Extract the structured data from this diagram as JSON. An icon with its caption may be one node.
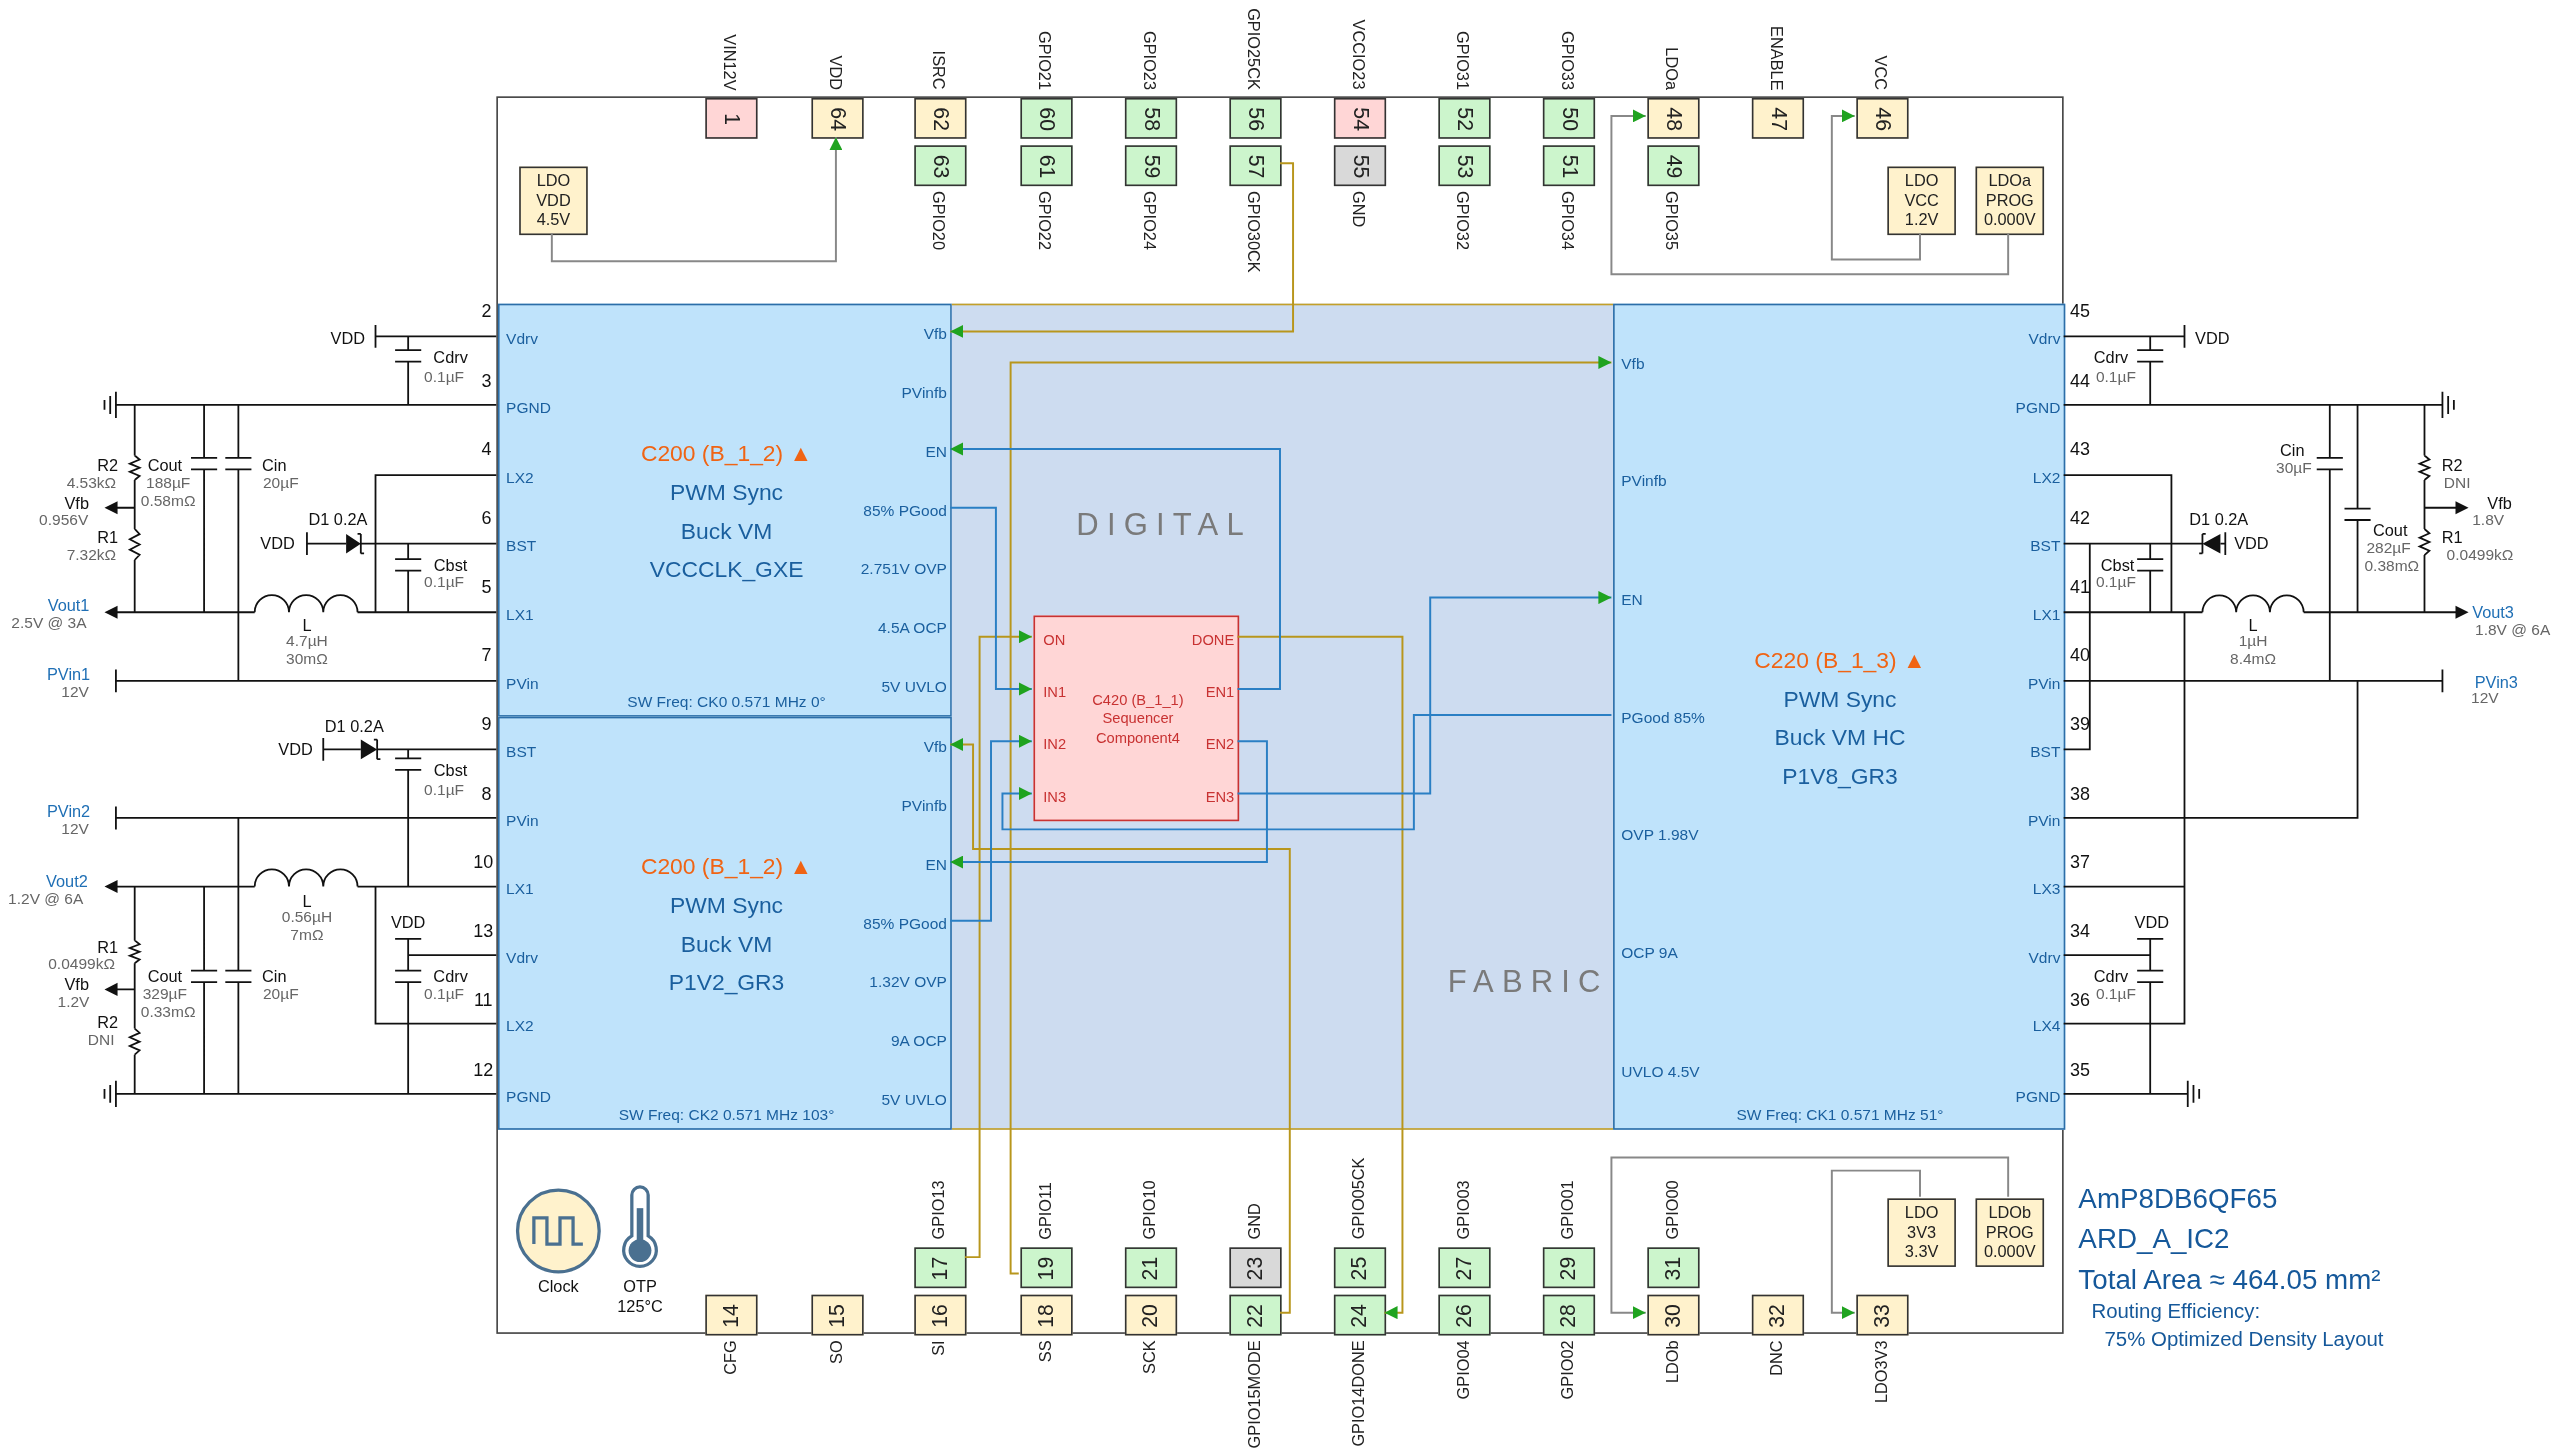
{
  "diagram": {
    "nodes": [
      {
        "text": [],
        "shape": "box"
      },
      {
        "text": [
          "LDO VDD 4.5V"
        ],
        "in": 0
      },
      {
        "text": [
          "1"
        ],
        "beside": [
          "VIN12V"
        ],
        "in": 0
      },
      {
        "text": [
          "64"
        ],
        "beside": [
          "VDD"
        ],
        "in": 0
      },
      {
        "text": [
          "62"
        ],
        "beside": [
          "ISRC"
        ],
        "in": 0
      },
      {
        "text": [
          "60"
        ],
        "beside": [
          "GPIO21"
        ],
        "in": 0
      },
      {
        "text": [
          "58"
        ],
        "beside": [
          "GPIO23"
        ],
        "in": 0
      },
      {
        "text": [
          "56"
        ],
        "beside": [
          "GPIO25CK"
        ],
        "in": 0
      },
      {
        "text": [
          "54"
        ],
        "beside": [
          "VCCIO23"
        ],
        "in": 0
      },
      {
        "text": [
          "52"
        ],
        "beside": [
          "GPIO31"
        ],
        "in": 0
      },
      {
        "text": [
          "50"
        ],
        "beside": [
          "GPIO33"
        ],
        "in": 0
      },
      {
        "text": [
          "48"
        ],
        "beside": [
          "LDOa"
        ],
        "in": 0
      },
      {
        "text": [
          "47"
        ],
        "beside": [
          "ENABLE"
        ],
        "in": 0
      },
      {
        "text": [
          "46"
        ],
        "beside": [
          "VCC"
        ],
        "in": 0
      },
      {
        "text": [
          "63"
        ],
        "beside": [
          "GPIO20"
        ],
        "in": 0
      },
      {
        "text": [
          "61"
        ],
        "beside": [
          "GPIO22"
        ],
        "in": 0
      },
      {
        "text": [
          "59"
        ],
        "beside": [
          "GPIO24"
        ],
        "in": 0
      },
      {
        "text": [
          "57"
        ],
        "beside": [
          "GPIO30CK"
        ],
        "in": 0
      },
      {
        "text": [
          "55"
        ],
        "beside": [
          "GND"
        ],
        "in": 0
      },
      {
        "text": [
          "53"
        ],
        "beside": [
          "GPIO32"
        ],
        "in": 0
      },
      {
        "text": [
          "51"
        ],
        "beside": [
          "GPIO34"
        ],
        "in": 0
      },
      {
        "text": [
          "49"
        ],
        "beside": [
          "GPIO35"
        ],
        "in": 0
      },
      {
        "text": [
          "LDO VCC 1.2V"
        ],
        "in": 0
      },
      {
        "text": [
          "LDOa PROG 0.000V"
        ],
        "in": 0
      },
      {
        "text": [
          "C200 (B_1_2) ▲",
          "PWM Sync",
          "Buck VM",
          "VCCCLK_GXE",
          "SW Freq: CK0 0.571 MHz 0°",
          "Vdrv",
          "PGND",
          "LX2",
          "BST",
          "LX1",
          "PVin",
          "Vfb",
          "PVinfb",
          "EN",
          "85% PGood",
          "2.751V OVP",
          "4.5A OCP",
          "5V UVLO"
        ],
        "in": 0
      },
      {
        "text": [
          "DIGITAL",
          "FABRIC"
        ],
        "in": 0
      },
      {
        "text": [
          "C420 (B_1_1)",
          "Sequencer",
          "Component4",
          "ON",
          "IN1",
          "IN2",
          "IN3",
          "DONE",
          "EN1",
          "EN2",
          "EN3"
        ],
        "in": 25
      },
      {
        "text": [
          "C220 (B_1_3) ▲",
          "PWM Sync",
          "Buck VM HC",
          "P1V8_GR3",
          "SW Freq: CK1 0.571 MHz 51°",
          "Vfb",
          "PVinfb",
          "EN",
          "PGood 85%",
          "OVP 1.98V",
          "OCP 9A",
          "UVLO 4.5V",
          "Vdrv",
          "PGND",
          "LX2",
          "BST",
          "LX1",
          "PVin",
          "BST",
          "PVin",
          "LX3",
          "Vdrv",
          "LX4",
          "PGND"
        ],
        "in": 0
      },
      {
        "text": [
          "C200 (B_1_2) ▲",
          "PWM Sync",
          "Buck VM",
          "P1V2_GR3",
          "SW Freq: CK2 0.571 MHz 103°",
          "BST",
          "PVin",
          "LX1",
          "Vdrv",
          "LX2",
          "PGND",
          "Vfb",
          "PVinfb",
          "EN",
          "85% PGood",
          "1.32V OVP",
          "9A OCP",
          "5V UVLO"
        ],
        "in": 0
      },
      {
        "text": [
          "17"
        ],
        "beside": [
          "GPIO13"
        ],
        "in": 0
      },
      {
        "text": [
          "19"
        ],
        "beside": [
          "GPIO11"
        ],
        "in": 0
      },
      {
        "text": [
          "21"
        ],
        "beside": [
          "GPIO10"
        ],
        "in": 0
      },
      {
        "text": [
          "23"
        ],
        "beside": [
          "GND"
        ],
        "in": 0
      },
      {
        "text": [
          "25"
        ],
        "beside": [
          "GPIO05CK"
        ],
        "in": 0
      },
      {
        "text": [
          "27"
        ],
        "beside": [
          "GPIO03"
        ],
        "in": 0
      },
      {
        "text": [
          "29"
        ],
        "beside": [
          "GPIO01"
        ],
        "in": 0
      },
      {
        "text": [
          "31"
        ],
        "beside": [
          "GPIO00"
        ],
        "in": 0
      },
      {
        "text": [
          "LDO 3V3 3.3V"
        ],
        "in": 0
      },
      {
        "text": [
          "LDOb PROG 0.000V"
        ],
        "in": 0
      },
      {
        "text": [
          "14"
        ],
        "beside": [
          "CFG"
        ],
        "in": 0
      },
      {
        "text": [
          "15"
        ],
        "beside": [
          "SO"
        ],
        "in": 0
      },
      {
        "text": [
          "16"
        ],
        "beside": [
          "SI"
        ],
        "in": 0
      },
      {
        "text": [
          "18"
        ],
        "beside": [
          "SS"
        ],
        "in": 0
      },
      {
        "text": [
          "20"
        ],
        "beside": [
          "SCK"
        ],
        "in": 0
      },
      {
        "text": [
          "22"
        ],
        "beside": [
          "GPIO15MODE"
        ],
        "in": 0
      },
      {
        "text": [
          "24"
        ],
        "beside": [
          "GPIO14DONE"
        ],
        "in": 0
      },
      {
        "text": [
          "26"
        ],
        "beside": [
          "GPIO04"
        ],
        "in": 0
      },
      {
        "text": [
          "28"
        ],
        "beside": [
          "GPIO02"
        ],
        "in": 0
      },
      {
        "text": [
          "30"
        ],
        "beside": [
          "LDOb"
        ],
        "in": 0
      },
      {
        "text": [
          "32"
        ],
        "beside": [
          "DNC"
        ],
        "in": 0
      },
      {
        "text": [
          "33"
        ],
        "beside": [
          "LDO3V3"
        ],
        "in": 0
      }
    ],
    "edges": [
      {
        "from": 1,
        "to": 3,
        "arrow": "to",
        "color": "#888888"
      },
      {
        "from": 23,
        "to": 11,
        "arrow": "to",
        "color": "#888888"
      },
      {
        "from": 22,
        "to": 13,
        "arrow": "to",
        "color": "#888888"
      },
      {
        "from": 17,
        "to": 24,
        "arrow": "to",
        "color": "#b8961c"
      },
      {
        "from": 30,
        "to": 27,
        "arrow": "to",
        "color": "#b8961c"
      },
      {
        "from": 29,
        "to": 26,
        "arrow": "to",
        "color": "#b8961c"
      },
      {
        "from": 26,
        "to": 45,
        "arrow": "to",
        "color": "#b8961c"
      },
      {
        "from": 44,
        "to": 28,
        "arrow": "to",
        "color": "#b8961c"
      },
      {
        "from": 26,
        "to": 24,
        "arrow": "to"
      },
      {
        "from": 24,
        "to": 26,
        "arrow": "to"
      },
      {
        "from": 26,
        "to": 28,
        "arrow": "to"
      },
      {
        "from": 28,
        "to": 26,
        "arrow": "to"
      },
      {
        "from": 27,
        "to": 26,
        "arrow": "to"
      },
      {
        "from": 26,
        "to": 27,
        "arrow": "to"
      },
      {
        "from": 38,
        "to": 48,
        "arrow": "to",
        "color": "#888888"
      },
      {
        "from": 37,
        "to": 50,
        "arrow": "to",
        "color": "#888888"
      }
    ],
    "labels": [
      "2",
      "VDD",
      "Cdrv",
      "0.1µF",
      "3",
      "4",
      "R2",
      "Cout",
      "Cin",
      "4.53kΩ",
      "188µF",
      "20µF",
      "0.58mΩ",
      "Vfb",
      "0.956V",
      "6",
      "D1 0.2A",
      "VDD",
      "R1",
      "7.32kΩ",
      "Cbst",
      "0.1µF",
      "5",
      "Vout1",
      "2.5V @ 3A",
      "L",
      "4.7µH",
      "30mΩ",
      "7",
      "PVin1",
      "12V",
      "9",
      "D1 0.2A",
      "VDD",
      "Cbst",
      "0.1µF",
      "8",
      "PVin2",
      "12V",
      "10",
      "Vout2",
      "1.2V @ 6A",
      "L",
      "0.56µH",
      "7mΩ",
      "VDD",
      "13",
      "R1",
      "0.0499kΩ",
      "Cout",
      "Cin",
      "Cdrv",
      "Vfb",
      "329µF",
      "20µF",
      "0.1µF",
      "11",
      "1.2V",
      "0.33mΩ",
      "R2",
      "DNI",
      "12",
      "45",
      "VDD",
      "Cdrv",
      "0.1µF",
      "44",
      "43",
      "Cin",
      "R2",
      "30µF",
      "DNI",
      "Vfb",
      "1.8V",
      "42",
      "D1 0.2A",
      "VDD",
      "Cout",
      "R1",
      "282µF",
      "0.0499kΩ",
      "Cbst",
      "0.38mΩ",
      "0.1µF",
      "41",
      "Vout3",
      "1.8V @ 6A",
      "L",
      "1µH",
      "8.4mΩ",
      "40",
      "PVin3",
      "12V",
      "39",
      "38",
      "37",
      "VDD",
      "34",
      "Cdrv",
      "0.1µF",
      "36",
      "35",
      "Clock",
      "OTP",
      "125°C",
      "AmP8DB6QF65",
      "ARD_A_IC2",
      "Total Area ≈ 464.05 mm²",
      "Routing Efficiency:",
      "75% Optimized Density Layout"
    ]
  }
}
